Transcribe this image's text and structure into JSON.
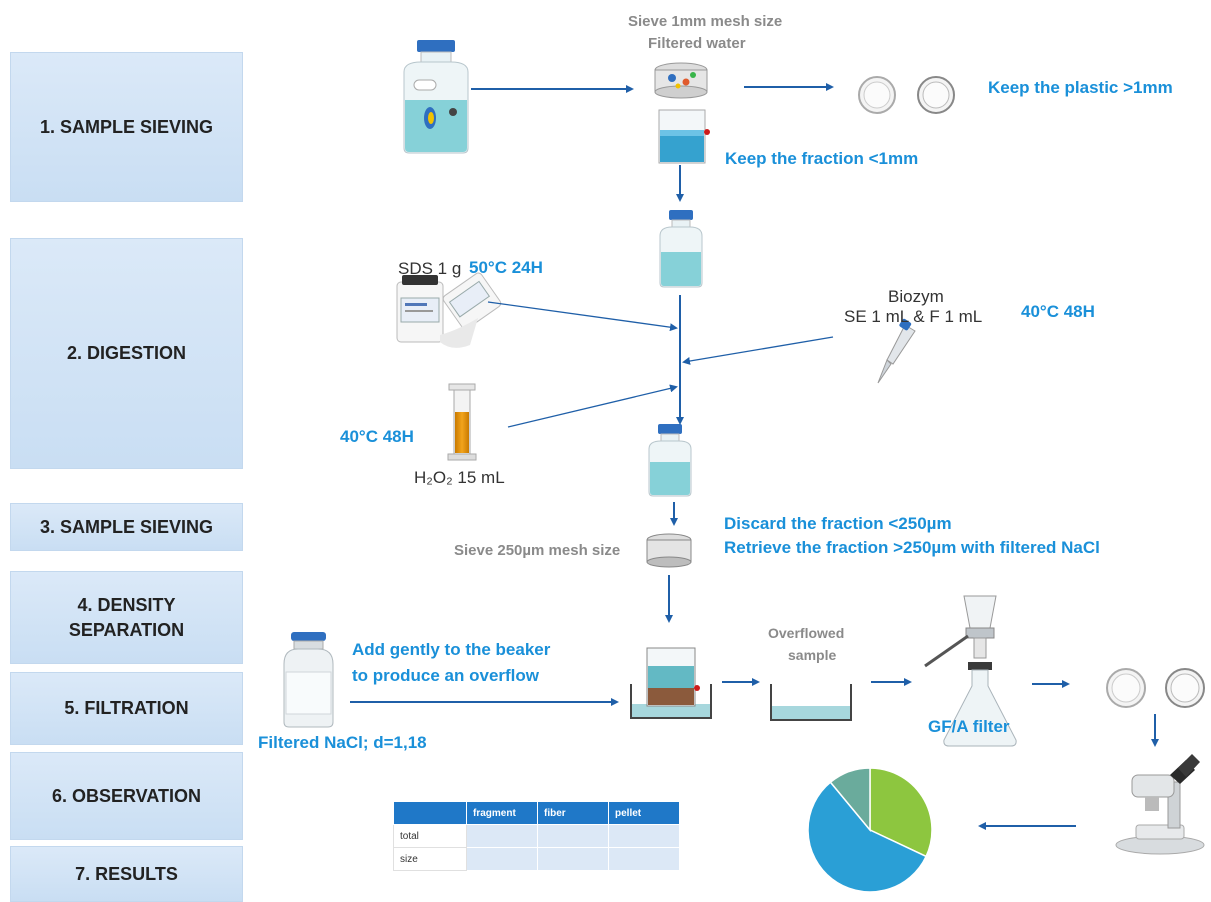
{
  "steps": [
    "1. SAMPLE SIEVING",
    "2. DIGESTION",
    "3. SAMPLE SIEVING",
    "4. DENSITY SEPARATION",
    "5. FILTRATION",
    "6. OBSERVATION",
    "7. RESULTS"
  ],
  "texts": {
    "sieve1": "Sieve 1mm mesh size",
    "filtered_water": "Filtered water",
    "keep_plastic": "Keep the plastic >1mm",
    "keep_fraction": "Keep the fraction <1mm",
    "sds": "SDS 1 g",
    "sds_cond": "50°C 24H",
    "biozym": "Biozym",
    "biozym_dose": "SE 1 mL & F 1 mL",
    "biozym_cond": "40°C 48H",
    "h2o2_cond": "40°C 48H",
    "h2o2": "H₂O₂ 15 mL",
    "discard": "Discard the fraction <250µm",
    "retrieve": "Retrieve the fraction >250µm with filtered NaCl",
    "sieve250": "Sieve 250µm mesh size",
    "add_gently_1": "Add gently to the beaker",
    "add_gently_2": "to produce an overflow",
    "nacl": "Filtered NaCl; d=1,18",
    "overflowed_1": "Overflowed",
    "overflowed_2": "sample",
    "gfa": "GF/A filter"
  },
  "results_table": {
    "headers": [
      "",
      "fragment",
      "fiber",
      "pellet"
    ],
    "rows": [
      [
        "total",
        "",
        "",
        ""
      ],
      [
        "size",
        "",
        "",
        ""
      ]
    ]
  },
  "colors": {
    "accent_blue": "#1a90d9",
    "arrow_blue": "#1f5fa8",
    "step_box": "#d3e4f5",
    "pie": [
      "#8dc63f",
      "#2a9fd6",
      "#6aab9c"
    ]
  },
  "pie_chart": {
    "values": [
      32,
      57,
      11
    ]
  }
}
